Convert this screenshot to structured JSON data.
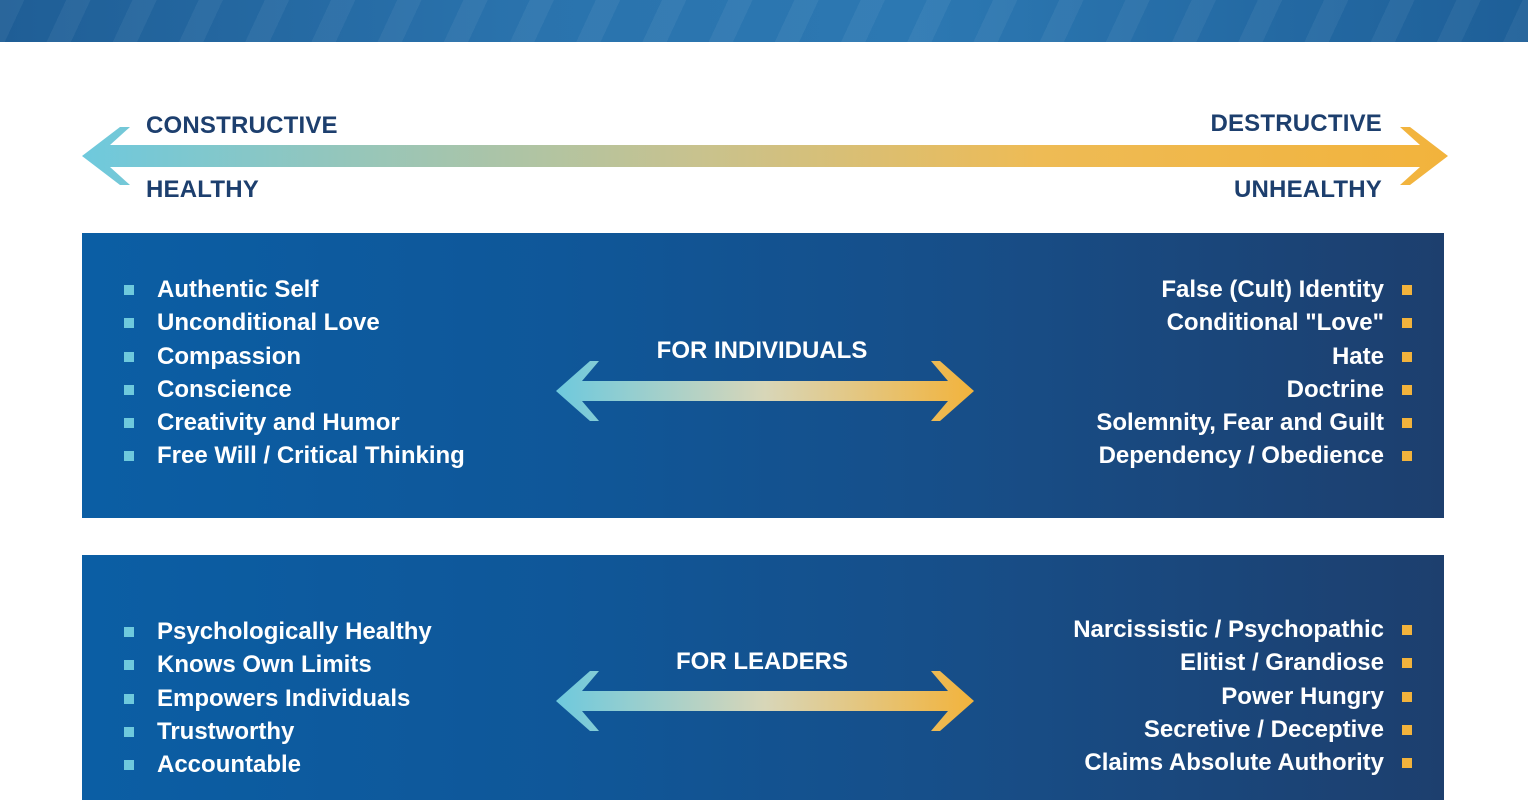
{
  "spectrum": {
    "left_top": "CONSTRUCTIVE",
    "left_bottom": "HEALTHY",
    "right_top": "DESTRUCTIVE",
    "right_bottom": "UNHEALTHY"
  },
  "colors": {
    "constructive": "#6ec9dd",
    "destructive": "#f2b33c",
    "panel_dark": "#1d3f6e",
    "panel_light": "#0b5ea4",
    "label_navy": "#1d3f6e"
  },
  "individuals": {
    "title": "FOR INDIVIDUALS",
    "healthy": [
      "Authentic Self",
      "Unconditional Love",
      "Compassion",
      "Conscience",
      "Creativity and Humor",
      "Free Will / Critical Thinking"
    ],
    "unhealthy": [
      "False (Cult) Identity",
      "Conditional \"Love\"",
      "Hate",
      "Doctrine",
      "Solemnity, Fear and Guilt",
      "Dependency / Obedience"
    ]
  },
  "leaders": {
    "title": "FOR LEADERS",
    "healthy": [
      "Psychologically Healthy",
      "Knows Own Limits",
      "Empowers Individuals",
      "Trustworthy",
      "Accountable"
    ],
    "unhealthy": [
      "Narcissistic / Psychopathic",
      "Elitist / Grandiose",
      "Power Hungry",
      "Secretive / Deceptive",
      "Claims Absolute Authority"
    ]
  }
}
